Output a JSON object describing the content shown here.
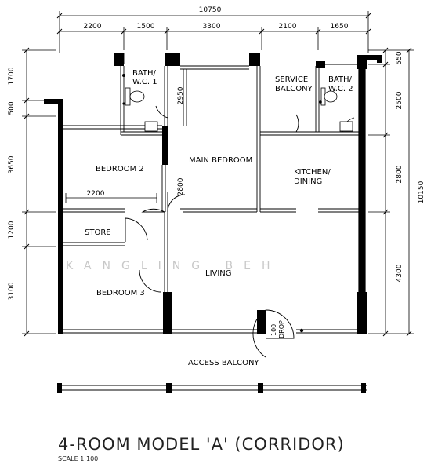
{
  "dimensions": {
    "top_total": "10750",
    "top_segments": [
      "2200",
      "1500",
      "3300",
      "2100",
      "1650"
    ],
    "left_segments": [
      "1700",
      "500",
      "3650",
      "1200",
      "3100"
    ],
    "inner_vertical": [
      "2950",
      "2800"
    ],
    "right_segments": [
      "550",
      "2500",
      "2800",
      "4300"
    ],
    "right_total": "10150",
    "inner_horizontal": "2200"
  },
  "rooms": {
    "bath1": [
      "BATH/",
      "W.C. 1"
    ],
    "service_balcony": [
      "SERVICE",
      "BALCONY"
    ],
    "bath2": [
      "BATH/",
      "W.C. 2"
    ],
    "bedroom2": "BEDROOM 2",
    "main_bedroom": "MAIN BEDROOM",
    "kitchen": [
      "KITCHEN/",
      "DINING"
    ],
    "store": "STORE",
    "living": "LIVING",
    "bedroom3": "BEDROOM 3",
    "access_balcony": "ACCESS BALCONY",
    "drop": [
      "100",
      "DROP"
    ]
  },
  "watermark": "KANGLING BEH",
  "title": "4-ROOM MODEL 'A' (CORRIDOR)",
  "scale": "SCALE 1:100"
}
